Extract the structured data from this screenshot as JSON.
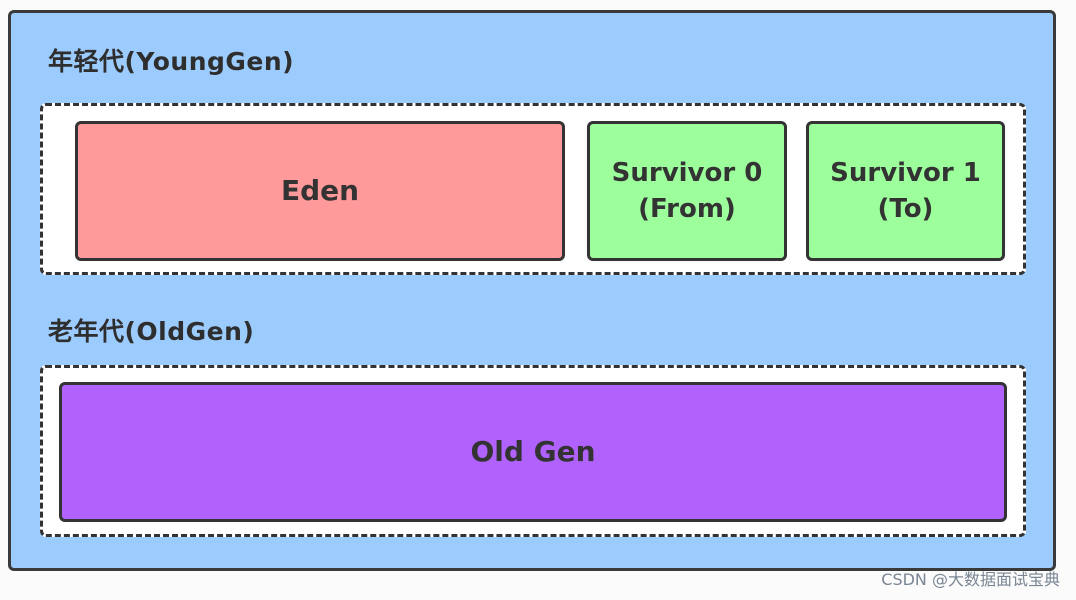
{
  "young_gen": {
    "label": "年轻代(YoungGen)",
    "eden": "Eden",
    "survivor0_line1": "Survivor 0",
    "survivor0_line2": "(From)",
    "survivor1_line1": "Survivor 1",
    "survivor1_line2": "(To)"
  },
  "old_gen": {
    "label": "老年代(OldGen)",
    "region": "Old Gen"
  },
  "watermark": "CSDN @大数据面试宝典",
  "colors": {
    "background": "#9ccbfd",
    "eden": "#ff9a9a",
    "survivor": "#9cff9c",
    "old_gen": "#b162fd"
  }
}
